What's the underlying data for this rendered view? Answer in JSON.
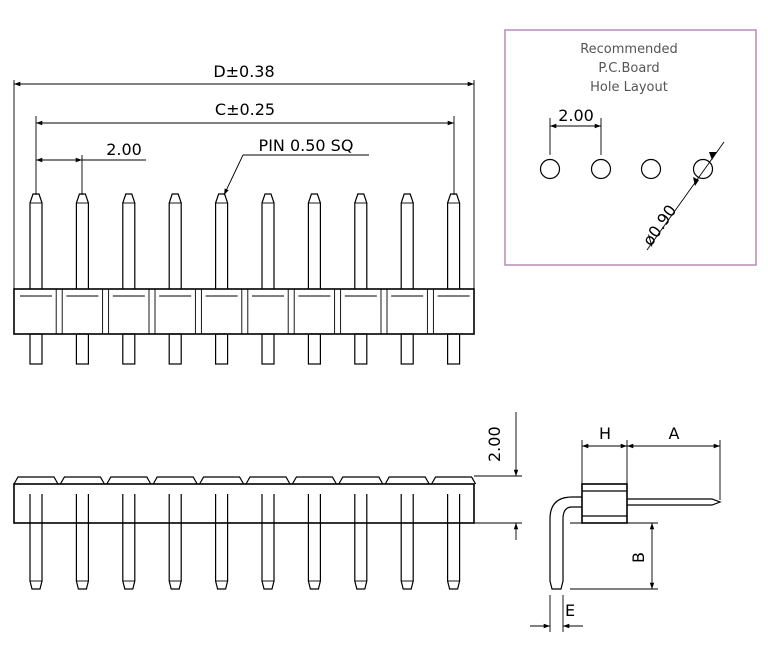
{
  "dimensions": {
    "overall_length": "D±0.38",
    "pin_span": "C±0.25",
    "pitch": "2.00",
    "pin_spec": "PIN 0.50 SQ",
    "height": "2.00",
    "dim_h": "H",
    "dim_a": "A",
    "dim_b": "B",
    "dim_e": "E"
  },
  "pcb_layout": {
    "title_line1": "Recommended",
    "title_line2": "P.C.Board",
    "title_line3": "Hole Layout",
    "pitch": "2.00",
    "hole_diameter": "ø0.90"
  },
  "header": {
    "pin_count": 10
  }
}
